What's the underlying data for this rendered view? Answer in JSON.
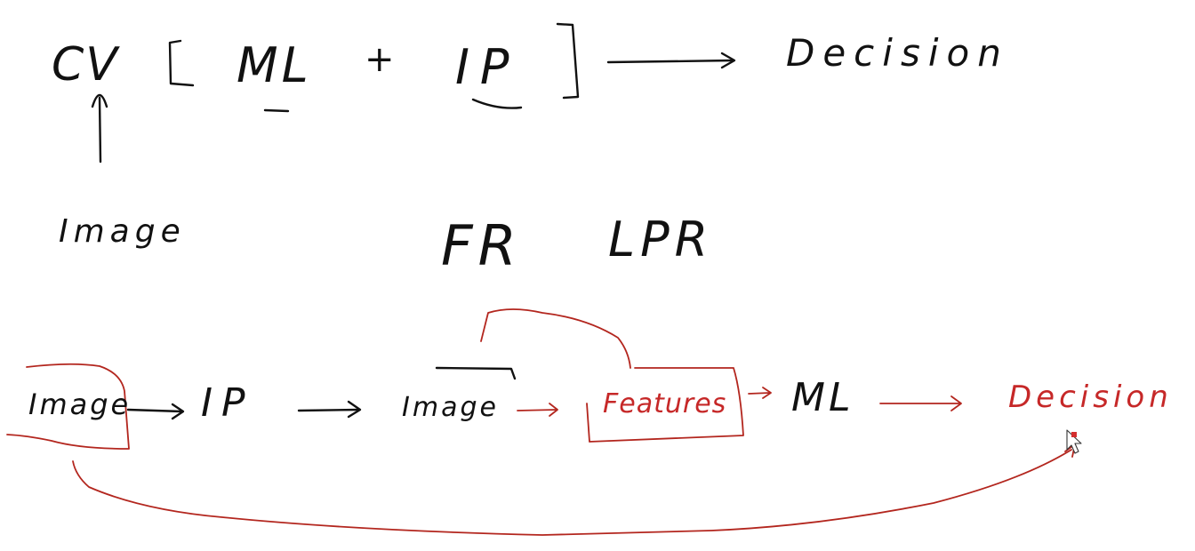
{
  "top_equation": {
    "cv": "CV",
    "ml": "ML",
    "plus": "+",
    "ip": "IP",
    "decision": "Decision"
  },
  "top_annotations": {
    "image": "Image",
    "fr": "FR",
    "lpr": "LPR"
  },
  "pipeline": {
    "image": "Image",
    "ip": "IP",
    "image_processed": "Image",
    "features": "Features",
    "ml": "ML",
    "decision": "Decision"
  },
  "colors": {
    "ink": "#111111",
    "annotation_red": "#b3261e",
    "background": "#ffffff"
  }
}
